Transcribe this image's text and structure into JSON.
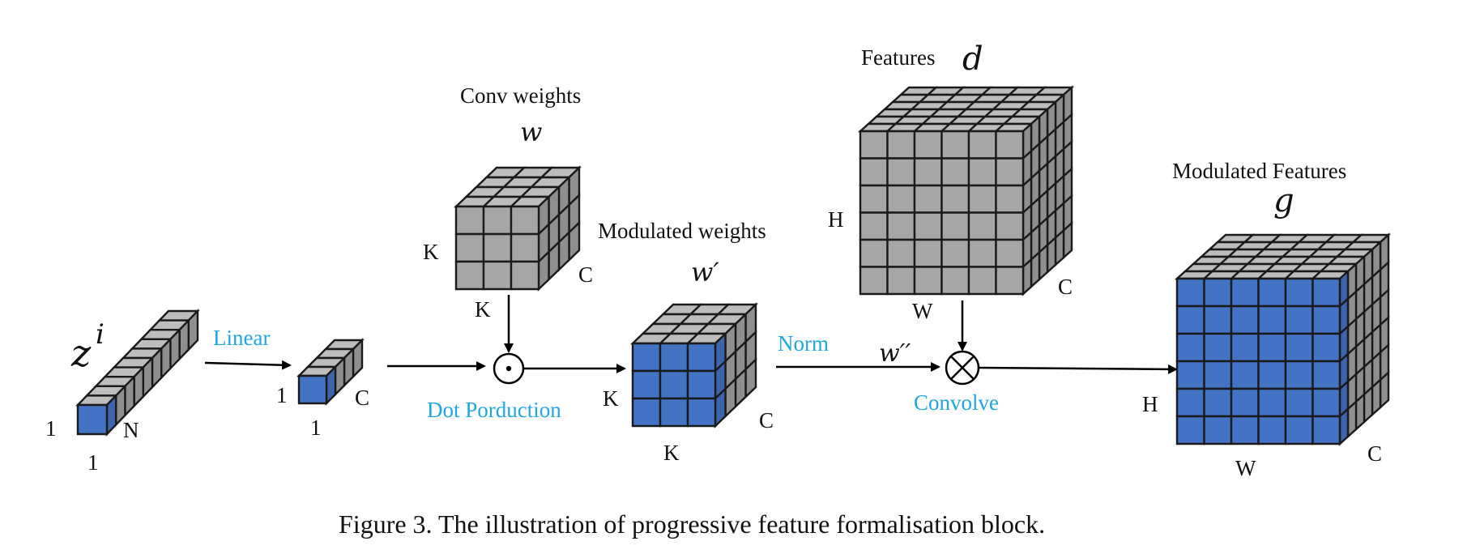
{
  "colors": {
    "grey": "#a6a6a6",
    "grey_top": "#bdbdbd",
    "grey_side": "#8f8f8f",
    "blue": "#4472c4",
    "blue_side": "#3d64ad",
    "op_text": "#1fa7e0"
  },
  "labels": {
    "z_symbol": "z",
    "z_superscript": "i",
    "z_dim_height": "1",
    "z_dim_length": "N",
    "z_dim_width": "1",
    "linear": "Linear",
    "vec_dim_height": "1",
    "vec_dim_depth": "C",
    "vec_dim_width": "1",
    "conv_title": "Conv weights",
    "conv_symbol": "w",
    "conv_dim_k_left": "K",
    "conv_dim_c": "C",
    "conv_dim_k_bottom": "K",
    "dot_production": "Dot Porduction",
    "modw_title": "Modulated weights",
    "modw_symbol": "w′",
    "modw_dim_k_left": "K",
    "modw_dim_c": "C",
    "modw_dim_k_bottom": "K",
    "norm": "Norm",
    "norm_symbol": "w′′",
    "features_title": "Features",
    "features_symbol": "d",
    "features_dim_h": "H",
    "features_dim_c": "C",
    "features_dim_w": "W",
    "convolve": "Convolve",
    "modf_title": "Modulated Features",
    "modf_symbol": "g",
    "modf_dim_h": "H",
    "modf_dim_w": "W",
    "modf_dim_c": "C",
    "caption": "Figure 3. The illustration of progressive feature formalisation block."
  }
}
